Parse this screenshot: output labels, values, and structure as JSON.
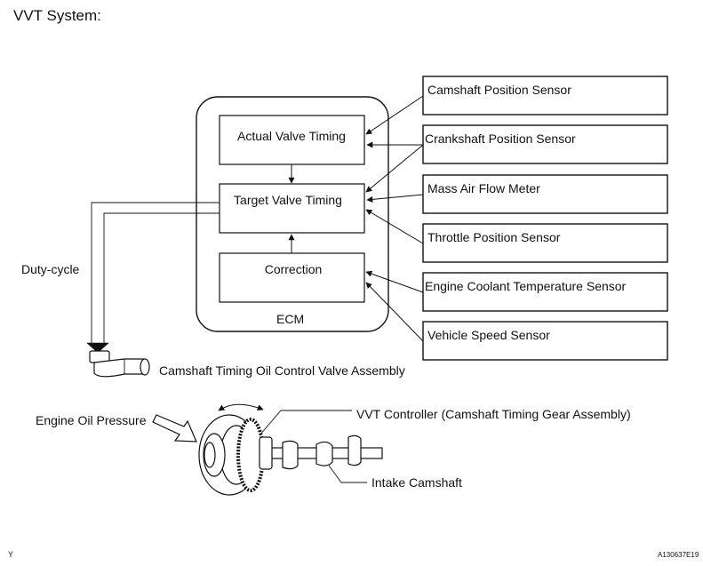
{
  "title": "VVT System:",
  "ecm": {
    "label": "ECM",
    "blocks": {
      "actual": "Actual Valve Timing",
      "target": "Target Valve Timing",
      "correction": "Correction"
    }
  },
  "sensors": [
    "Camshaft Position Sensor",
    "Crankshaft Position Sensor",
    "Mass Air Flow Meter",
    "Throttle Position Sensor",
    "Engine Coolant Temperature Sensor",
    "Vehicle Speed Sensor"
  ],
  "labels": {
    "duty_cycle": "Duty-cycle",
    "ocv": "Camshaft Timing Oil Control Valve Assembly",
    "oil_pressure": "Engine Oil Pressure",
    "vvt_controller": "VVT Controller (Camshaft Timing Gear Assembly)",
    "intake_camshaft": "Intake Camshaft"
  },
  "footer": {
    "left_mark": "Y",
    "code": "A130637E19"
  }
}
